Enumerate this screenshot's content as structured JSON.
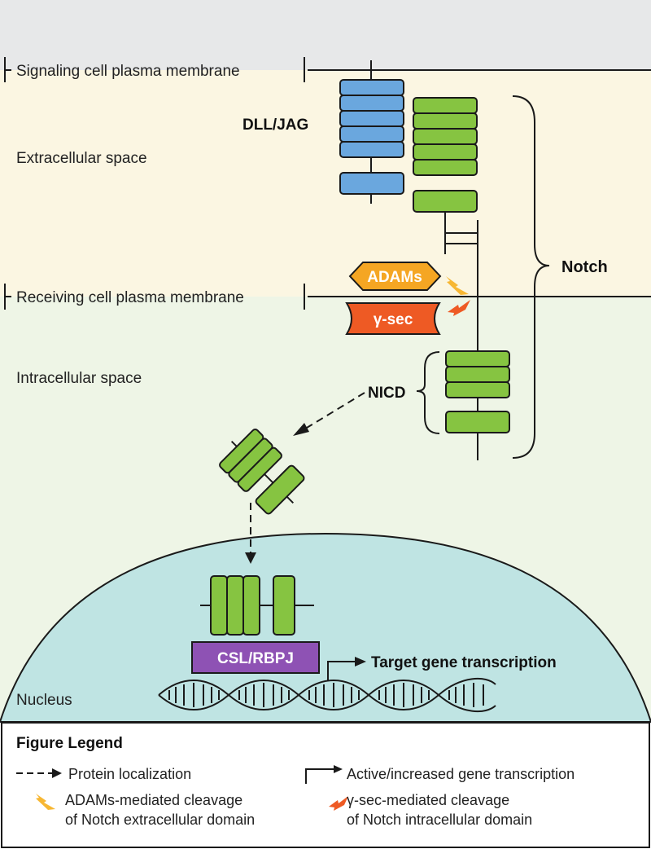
{
  "regions": {
    "signaling_membrane": "Signaling cell plasma membrane",
    "extracellular": "Extracellular space",
    "receiving_membrane": "Receiving cell plasma membrane",
    "intracellular": "Intracellular space",
    "nucleus": "Nucleus"
  },
  "labels": {
    "ligand": "DLL/JAG",
    "receptor": "Notch",
    "adams": "ADAMs",
    "gamma_sec": "γ-sec",
    "nicd": "NICD",
    "csl": "CSL/RBPJ",
    "target": "Target gene transcription"
  },
  "legend": {
    "title": "Figure Legend",
    "protein_localization": "Protein localization",
    "active_transcription": "Active/increased gene transcription",
    "adams_cleavage_line1": "ADAMs-mediated cleavage",
    "adams_cleavage_line2": "of Notch extracellular domain",
    "gsec_cleavage_line1": "γ-sec-mediated cleavage",
    "gsec_cleavage_line2": "of Notch intracellular domain"
  },
  "colors": {
    "signaling_bg": "#e7e8e9",
    "extracellular_bg": "#fbf6e2",
    "intracellular_bg": "#eef5e6",
    "nucleus_fill": "#bfe4e3",
    "notch_green": "#86c441",
    "ligand_blue": "#6aa7de",
    "adams_orange": "#f5a623",
    "gamma_sec_red": "#ee5a24",
    "csl_purple": "#8e52b4"
  }
}
